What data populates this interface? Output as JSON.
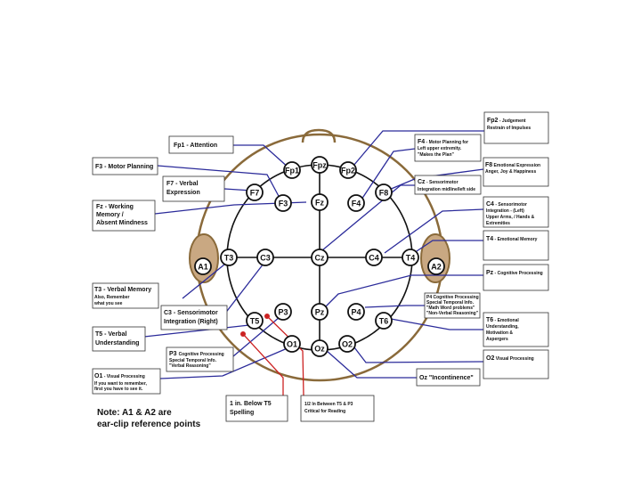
{
  "electrodes": {
    "fp1": "Fp1",
    "fpz": "Fpz",
    "fp2": "Fp2",
    "f7": "F7",
    "f3": "F3",
    "fz": "Fz",
    "f4": "F4",
    "f8": "F8",
    "t3": "T3",
    "c3": "C3",
    "cz": "Cz",
    "c4": "C4",
    "t4": "T4",
    "t5": "T5",
    "p3": "P3",
    "pz": "Pz",
    "p4": "P4",
    "t6": "T6",
    "o1": "O1",
    "oz": "Oz",
    "o2": "O2",
    "a1": "A1",
    "a2": "A2"
  },
  "labels": {
    "fp1": {
      "title": "Fp1 - Attention",
      "lines": []
    },
    "f3": {
      "title": "F3 - Motor Planning",
      "lines": []
    },
    "f7": {
      "title": "F7 - Verbal",
      "title2": "Expression",
      "lines": []
    },
    "fz": {
      "title": "Fz - Working",
      "title2": "Memory /",
      "title3": "Absent Mindness",
      "lines": []
    },
    "t3": {
      "title": "T3 - Verbal Memory",
      "lines": [
        "Also, Remember",
        "what you see"
      ]
    },
    "c3": {
      "title": "C3 - Sensorimotor",
      "title2": "Integration (Right)",
      "lines": []
    },
    "t5": {
      "title": "T5 - Verbal",
      "title2": "Understanding",
      "lines": []
    },
    "p3": {
      "title": "P3",
      "title_rest": "Cognitive Processing",
      "lines": [
        "Special Temporal Info.",
        "\"Verbal Reasoning\""
      ]
    },
    "o1": {
      "title": "O1",
      "title_rest": " - Visual Processing",
      "lines": [
        "If you want to remember,",
        "first you have to see it."
      ]
    },
    "t5_below": {
      "title": "1 in. Below T5",
      "title2": "Spelling",
      "lines": []
    },
    "t5_p3_between": {
      "title": "1/2 In Between T5 & P3",
      "title2": "Critical for Reading",
      "lines": []
    },
    "fp2": {
      "title": "Fp2",
      "title_rest": " - Judgement",
      "lines": [
        "Restrain of Impulses"
      ]
    },
    "f4": {
      "title": "F4",
      "title_rest": " - Motor Planning for",
      "lines": [
        "Left upper extremity.",
        "\"Makes the Plan\""
      ]
    },
    "f8": {
      "title": "F8",
      "title_rest": " Emotional Expression",
      "lines": [
        "Anger, Joy & Happiness"
      ]
    },
    "cz": {
      "title": "Cz",
      "title_rest": " - Sensorimotor",
      "lines": [
        "Integration midline/left side"
      ]
    },
    "c4": {
      "title": "C4",
      "title_rest": " - Sensorimotor",
      "lines": [
        "Integration - (Left)",
        "Upper Arms, / Hands &",
        "Extremities"
      ]
    },
    "t4": {
      "title": "T4",
      "title_rest": " - Emotional Memory",
      "lines": []
    },
    "pz": {
      "title": "Pz",
      "title_rest": " - Cognitive Processing",
      "lines": []
    },
    "p4": {
      "title": "P4",
      "title_rest": " Cognitive Processing",
      "lines": [
        "Special Temporal Info.",
        "\"Math Word problems\"",
        "\"Non-Verbal Reasoning\""
      ]
    },
    "t6": {
      "title": "T6",
      "title_rest": " - Emotional",
      "lines": [
        "Understanding,",
        "Motivation &",
        "Aspergers"
      ]
    },
    "o2": {
      "title": "O2",
      "title_rest": " Visual Processing",
      "lines": []
    },
    "oz": {
      "title": "Oz",
      "title_rest": " \"Incontinence\"",
      "lines": []
    }
  },
  "note": {
    "line1": "Note: A1 & A2 are",
    "line2": "ear-clip reference points"
  },
  "colors": {
    "head_outline": "#8a6a3a",
    "ear_fill": "#c9a882",
    "leader_blue": "#2b2b9a",
    "leader_red": "#cc2222",
    "grid": "#111111"
  }
}
